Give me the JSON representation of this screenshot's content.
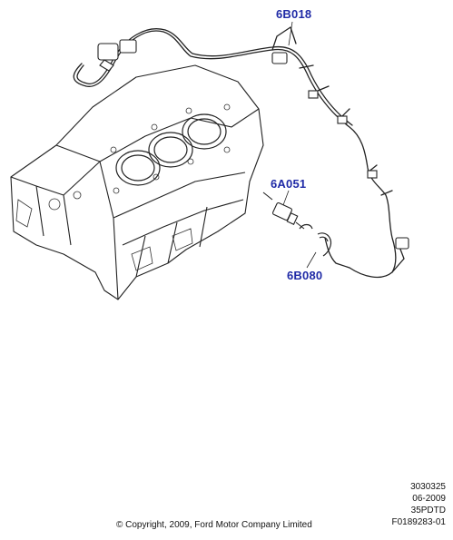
{
  "callouts": {
    "harness": "6B018",
    "sensor": "6A051",
    "clip": "6B080"
  },
  "meta": {
    "line1": "3030325",
    "line2": "06-2009",
    "line3": "35PDTD",
    "line4": "F0189283-01"
  },
  "copyright": "© Copyright, 2009, Ford Motor Company Limited"
}
